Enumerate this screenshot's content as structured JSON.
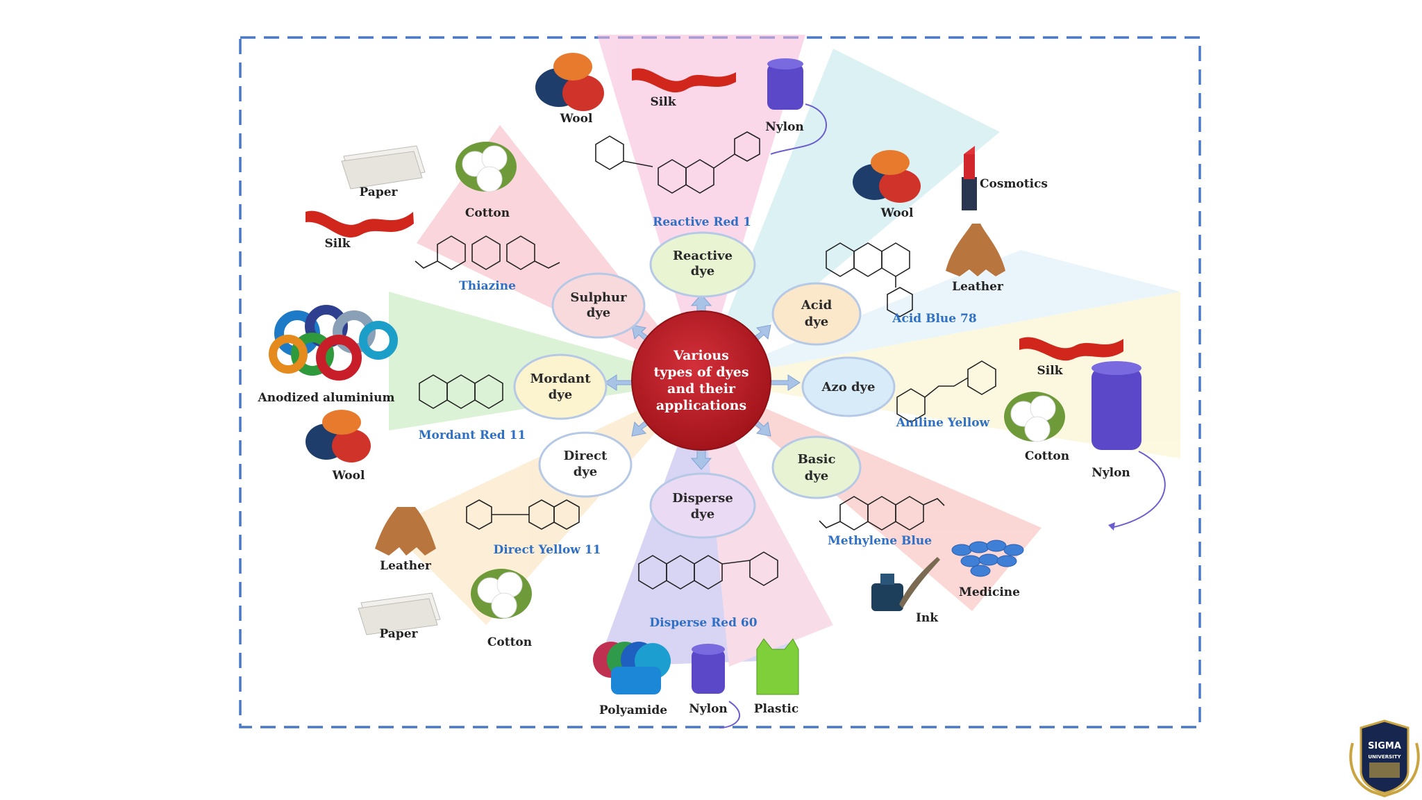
{
  "diagram": {
    "hub": {
      "lines": [
        "Various",
        "types of dyes",
        "and their",
        "applications"
      ]
    },
    "dyes": [
      {
        "id": "reactive",
        "lines": [
          "Reactive",
          "dye"
        ],
        "fill": "#e9f4d2"
      },
      {
        "id": "acid",
        "lines": [
          "Acid",
          "dye"
        ],
        "fill": "#fbe7c9"
      },
      {
        "id": "azo",
        "lines": [
          "Azo dye"
        ],
        "fill": "#d7ebf8"
      },
      {
        "id": "basic",
        "lines": [
          "Basic",
          "dye"
        ],
        "fill": "#e7f3d3"
      },
      {
        "id": "disperse",
        "lines": [
          "Disperse",
          "dye"
        ],
        "fill": "#eadaf4"
      },
      {
        "id": "direct",
        "lines": [
          "Direct",
          "dye"
        ],
        "fill": "#ffffff"
      },
      {
        "id": "mordant",
        "lines": [
          "Mordant",
          "dye"
        ],
        "fill": "#fbf4cf"
      },
      {
        "id": "sulphur",
        "lines": [
          "Sulphur",
          "dye"
        ],
        "fill": "#f8d9dc"
      }
    ],
    "chemicals": [
      "Reactive Red 1",
      "Acid Blue 78",
      "Aniline Yellow",
      "Methylene Blue",
      "Disperse Red 60",
      "Direct Yellow 11",
      "Mordant Red 11",
      "Thiazine"
    ],
    "applications": {
      "wool": "Wool",
      "silk": "Silk",
      "nylon": "Nylon",
      "cosmetics": "Cosmotics",
      "leather": "Leather",
      "cotton": "Cotton",
      "medicine": "Medicine",
      "ink": "Ink",
      "polyamide": "Polyamide",
      "plastic": "Plastic",
      "paper": "Paper",
      "anodized": "Anodized aluminium"
    },
    "colors": {
      "hub": "#b51c22",
      "chem_label": "#2f6fc4",
      "frame": "#4a78c8",
      "arrow": "#a9c3e6"
    }
  },
  "logo": {
    "line1": "SIGMA",
    "line2": "UNIVERSITY"
  }
}
